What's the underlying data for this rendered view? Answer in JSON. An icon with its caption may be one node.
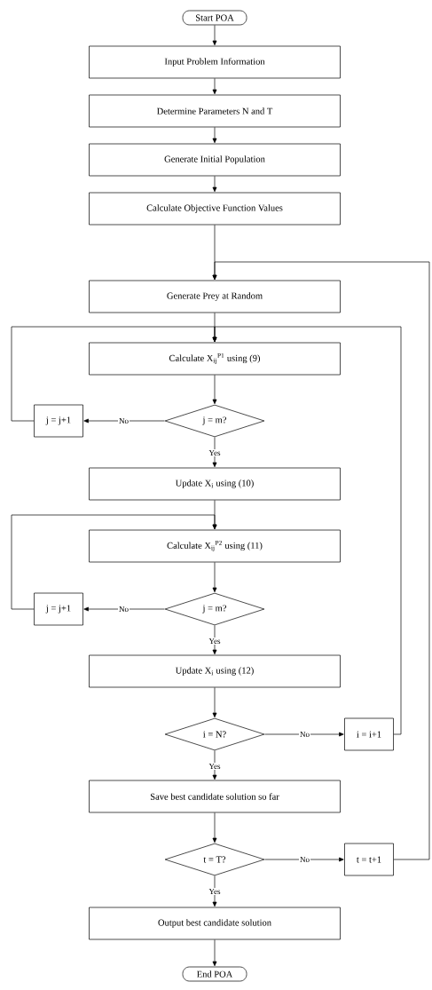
{
  "diagram": {
    "nodes": [
      {
        "text": [
          "Start POA"
        ]
      },
      {
        "text": [
          "Input Problem Information"
        ]
      },
      {
        "text": [
          "Determine Parameters N and T"
        ]
      },
      {
        "text": [
          "Generate Initial Population"
        ]
      },
      {
        "text": [
          "Calculate Objective Function Values"
        ]
      },
      {
        "text": [
          "Generate Prey at Random"
        ]
      },
      {
        "text": [
          "Calculate X$_{ij}$$^{P1}$ using (9)"
        ]
      },
      {
        "text": [
          "j = m?"
        ]
      },
      {
        "text": [
          "j = j+1"
        ]
      },
      {
        "text": [
          "Update X$_{i}$ using (10)"
        ]
      },
      {
        "text": [
          "Calculate X$_{ij}$$^{P2}$ using (11)"
        ]
      },
      {
        "text": [
          "j = m?"
        ]
      },
      {
        "text": [
          "j = j+1"
        ]
      },
      {
        "text": [
          "Update X$_{i}$ using (12)"
        ]
      },
      {
        "text": [
          "i = N?"
        ]
      },
      {
        "text": [
          "i = i+1"
        ]
      },
      {
        "text": [
          "Save best candidate solution so far"
        ]
      },
      {
        "text": [
          "t = T?"
        ]
      },
      {
        "text": [
          "t = t+1"
        ]
      },
      {
        "text": [
          "Output best candidate solution"
        ]
      },
      {
        "text": [
          "End POA"
        ]
      }
    ],
    "edges": [
      {
        "from": 0,
        "to": 1,
        "arrow": "to"
      },
      {
        "from": 1,
        "to": 2,
        "arrow": "to"
      },
      {
        "from": 2,
        "to": 3,
        "arrow": "to"
      },
      {
        "from": 3,
        "to": 4,
        "arrow": "to"
      },
      {
        "from": 4,
        "to": 5,
        "arrow": "to"
      },
      {
        "from": 5,
        "to": 6,
        "arrow": "to"
      },
      {
        "from": 6,
        "to": 7,
        "arrow": "to"
      },
      {
        "from": 7,
        "to": 8,
        "arrow": "to",
        "label": "No"
      },
      {
        "from": 7,
        "to": 9,
        "arrow": "to",
        "label": "Yes"
      },
      {
        "from": 8,
        "to": 6,
        "arrow": "to"
      },
      {
        "from": 9,
        "to": 10,
        "arrow": "to"
      },
      {
        "from": 10,
        "to": 11,
        "arrow": "to"
      },
      {
        "from": 11,
        "to": 12,
        "arrow": "to",
        "label": "No"
      },
      {
        "from": 11,
        "to": 13,
        "arrow": "to",
        "label": "Yes"
      },
      {
        "from": 12,
        "to": 10,
        "arrow": "to"
      },
      {
        "from": 13,
        "to": 14,
        "arrow": "to"
      },
      {
        "from": 14,
        "to": 15,
        "arrow": "to",
        "label": "No"
      },
      {
        "from": 14,
        "to": 16,
        "arrow": "to",
        "label": "Yes"
      },
      {
        "from": 15,
        "to": 6,
        "arrow": "to"
      },
      {
        "from": 16,
        "to": 17,
        "arrow": "to"
      },
      {
        "from": 17,
        "to": 18,
        "arrow": "to",
        "label": "No"
      },
      {
        "from": 17,
        "to": 19,
        "arrow": "to",
        "label": "Yes"
      },
      {
        "from": 18,
        "to": 5,
        "arrow": "to"
      },
      {
        "from": 19,
        "to": 20,
        "arrow": "to"
      }
    ]
  }
}
